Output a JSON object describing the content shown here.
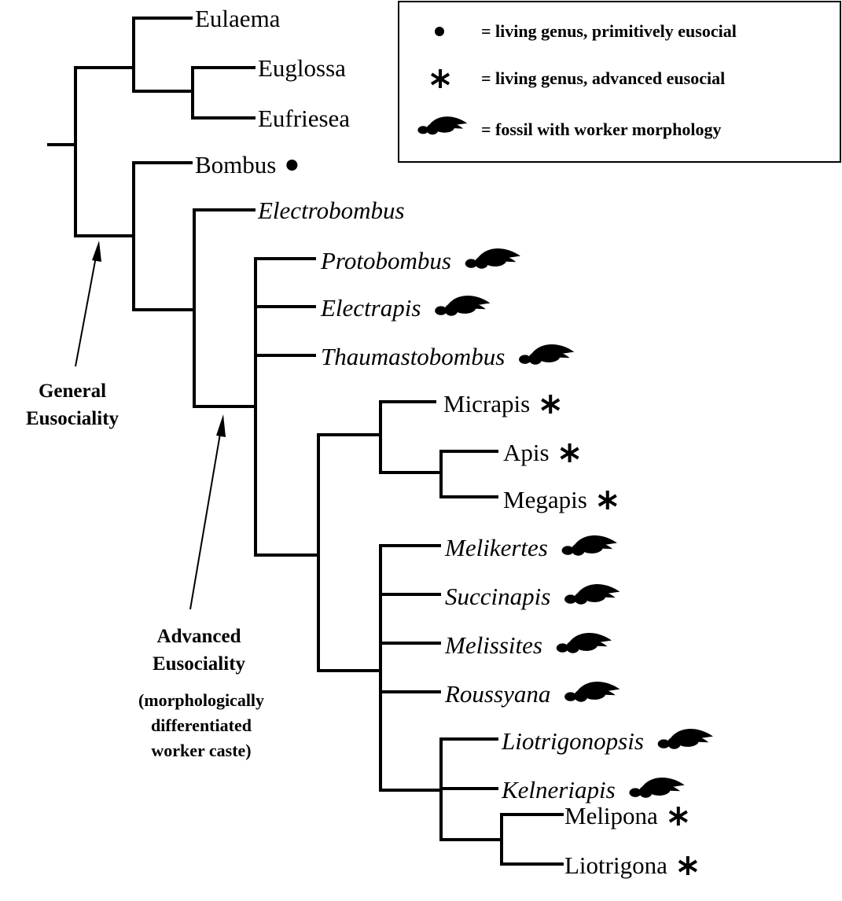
{
  "legend": {
    "entries": [
      {
        "symbol": "dot",
        "label": "= living genus, primitively eusocial"
      },
      {
        "symbol": "asterisk",
        "label": "= living genus, advanced eusocial"
      },
      {
        "symbol": "bee-fossil",
        "label": "= fossil with worker morphology"
      }
    ]
  },
  "taxa": [
    {
      "id": "eulaema",
      "name": "Eulaema",
      "fossil": false,
      "marker": null
    },
    {
      "id": "euglossa",
      "name": "Euglossa",
      "fossil": false,
      "marker": null
    },
    {
      "id": "eufriesea",
      "name": "Eufriesea",
      "fossil": false,
      "marker": null
    },
    {
      "id": "bombus",
      "name": "Bombus",
      "fossil": false,
      "marker": "dot"
    },
    {
      "id": "electrobombus",
      "name": "Electrobombus",
      "fossil": true,
      "marker": null
    },
    {
      "id": "protobombus",
      "name": "Protobombus",
      "fossil": true,
      "marker": "bee-fossil"
    },
    {
      "id": "electrapis",
      "name": "Electrapis",
      "fossil": true,
      "marker": "bee-fossil"
    },
    {
      "id": "thaumastobombus",
      "name": "Thaumastobombus",
      "fossil": true,
      "marker": "bee-fossil"
    },
    {
      "id": "micrapis",
      "name": "Micrapis",
      "fossil": false,
      "marker": "asterisk"
    },
    {
      "id": "apis",
      "name": "Apis",
      "fossil": false,
      "marker": "asterisk"
    },
    {
      "id": "megapis",
      "name": "Megapis",
      "fossil": false,
      "marker": "asterisk"
    },
    {
      "id": "melikertes",
      "name": "Melikertes",
      "fossil": true,
      "marker": "bee-fossil"
    },
    {
      "id": "succinapis",
      "name": "Succinapis",
      "fossil": true,
      "marker": "bee-fossil"
    },
    {
      "id": "melissites",
      "name": "Melissites",
      "fossil": true,
      "marker": "bee-fossil"
    },
    {
      "id": "roussyana",
      "name": "Roussyana",
      "fossil": true,
      "marker": "bee-fossil"
    },
    {
      "id": "liotrigonopsis",
      "name": "Liotrigonopsis",
      "fossil": true,
      "marker": "bee-fossil"
    },
    {
      "id": "kelneriapis",
      "name": "Kelneriapis",
      "fossil": true,
      "marker": "bee-fossil"
    },
    {
      "id": "melipona",
      "name": "Melipona",
      "fossil": false,
      "marker": "asterisk"
    },
    {
      "id": "liotrigona",
      "name": "Liotrigona",
      "fossil": false,
      "marker": "asterisk"
    }
  ],
  "annotations": {
    "general": [
      "General",
      "Eusociality"
    ],
    "advanced": [
      "Advanced",
      "Eusociality"
    ],
    "advanced_note": [
      "(morphologically",
      "differentiated",
      "worker caste)"
    ]
  }
}
